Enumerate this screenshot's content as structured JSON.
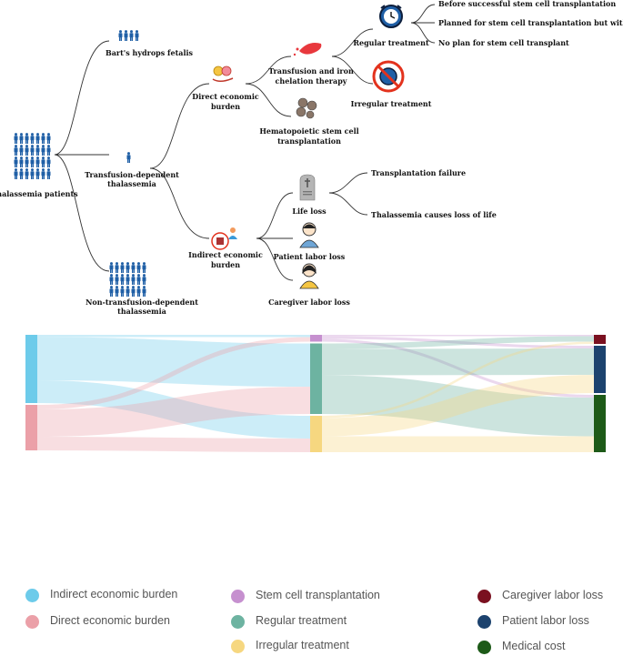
{
  "tree": {
    "root": "Thalassemia patients",
    "bart": "Bart's hydrops fetalis",
    "tdt": "Transfusion-dependent thalassemia",
    "ntdt": "Non-transfusion-dependent thalassemia",
    "direct": "Direct economic burden",
    "indirect": "Indirect economic burden",
    "transfusion": "Transfusion and iron chelation therapy",
    "hsct": "Hematopoietic stem cell transplantation",
    "regular": "Regular treatment",
    "irregular": "Irregular treatment",
    "before_sct": "Before successful stem cell transplantation",
    "planned_sct": "Planned for stem cell transplantation but without a match",
    "no_plan": "No plan for stem cell transplant",
    "life_loss": "Life loss",
    "patient_labor": "Patient labor loss",
    "caregiver_labor": "Caregiver labor loss",
    "tx_failure": "Transplantation failure",
    "thal_loss": "Thalassemia causes loss of life"
  },
  "icons": [
    "person-icon",
    "money-hand-icon",
    "blood-drop-icon",
    "cells-icon",
    "alarm-clock-icon",
    "crossed-clock-icon",
    "document-icon",
    "tombstone-icon",
    "patient-icon",
    "caregiver-icon"
  ],
  "sankey": {
    "nodes": [
      {
        "id": "ieb",
        "name": "Indirect economic burden",
        "color": "#6DCBEA"
      },
      {
        "id": "deb",
        "name": "Direct economic burden",
        "color": "#EBA0A8"
      },
      {
        "id": "sct",
        "name": "Stem cell transplantation",
        "color": "#C690CF"
      },
      {
        "id": "reg",
        "name": "Regular treatment",
        "color": "#6DB3A1"
      },
      {
        "id": "irr",
        "name": "Irregular treatment",
        "color": "#F6D780"
      },
      {
        "id": "cgl",
        "name": "Caregiver labor loss",
        "color": "#7A1020"
      },
      {
        "id": "pll",
        "name": "Patient labor loss",
        "color": "#1C426E"
      },
      {
        "id": "med",
        "name": "Medical cost",
        "color": "#1D5A18"
      }
    ],
    "links": [
      {
        "source": "ieb",
        "target": "sct",
        "value": 0.5
      },
      {
        "source": "ieb",
        "target": "reg",
        "value": 9.5
      },
      {
        "source": "ieb",
        "target": "irr",
        "value": 5
      },
      {
        "source": "deb",
        "target": "sct",
        "value": 1
      },
      {
        "source": "deb",
        "target": "reg",
        "value": 6
      },
      {
        "source": "deb",
        "target": "irr",
        "value": 3
      },
      {
        "source": "sct",
        "target": "cgl",
        "value": 0.3
      },
      {
        "source": "sct",
        "target": "pll",
        "value": 0.6
      },
      {
        "source": "sct",
        "target": "med",
        "value": 0.6
      },
      {
        "source": "reg",
        "target": "cgl",
        "value": 1.2
      },
      {
        "source": "reg",
        "target": "pll",
        "value": 5.8
      },
      {
        "source": "reg",
        "target": "med",
        "value": 8.5
      },
      {
        "source": "irr",
        "target": "cgl",
        "value": 0.5
      },
      {
        "source": "irr",
        "target": "pll",
        "value": 4.0
      },
      {
        "source": "irr",
        "target": "med",
        "value": 3.5
      }
    ]
  },
  "legend": [
    {
      "label": "Indirect economic burden",
      "color": "#6DCBEA"
    },
    {
      "label": "Direct economic burden",
      "color": "#EBA0A8"
    },
    {
      "label": "Stem cell transplantation",
      "color": "#C690CF"
    },
    {
      "label": "Regular treatment",
      "color": "#6DB3A1"
    },
    {
      "label": "Irregular treatment",
      "color": "#F6D780"
    },
    {
      "label": "Caregiver labor loss",
      "color": "#7A1020"
    },
    {
      "label": "Patient labor loss",
      "color": "#1C426E"
    },
    {
      "label": "Medical cost",
      "color": "#1D5A18"
    }
  ]
}
